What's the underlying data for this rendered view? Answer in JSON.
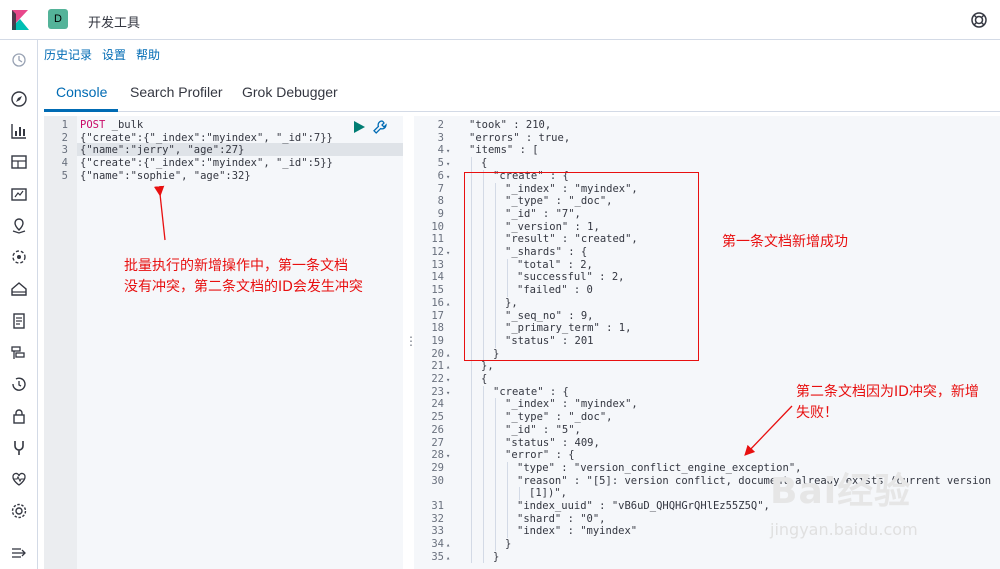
{
  "topbar": {
    "space_letter": "D",
    "breadcrumb": "开发工具"
  },
  "menu": {
    "history": "历史记录",
    "settings": "设置",
    "help": "帮助"
  },
  "tabs": [
    {
      "label": "Console"
    },
    {
      "label": "Search Profiler"
    },
    {
      "label": "Grok Debugger"
    }
  ],
  "editor": {
    "line_numbers": [
      "1",
      "2",
      "3",
      "4",
      "5"
    ],
    "lines": [
      {
        "method": "POST",
        "rest": " _bulk"
      },
      {
        "text": "{\"create\":{\"_index\":\"myindex\", \"_id\":7}}"
      },
      {
        "text": "{\"name\":\"jerry\", \"age\":27}"
      },
      {
        "text": "{\"create\":{\"_index\":\"myindex\", \"_id\":5}}"
      },
      {
        "text": "{\"name\":\"sophie\", \"age\":32}"
      }
    ]
  },
  "output": {
    "lines": [
      {
        "n": "2",
        "fold": "",
        "indent": 1,
        "text": "\"took\" : 210,"
      },
      {
        "n": "3",
        "fold": "",
        "indent": 1,
        "text": "\"errors\" : true,"
      },
      {
        "n": "4",
        "fold": "▾",
        "indent": 1,
        "text": "\"items\" : ["
      },
      {
        "n": "5",
        "fold": "▾",
        "indent": 2,
        "text": "{"
      },
      {
        "n": "6",
        "fold": "▾",
        "indent": 3,
        "text": "\"create\" : {"
      },
      {
        "n": "7",
        "fold": "",
        "indent": 4,
        "text": "\"_index\" : \"myindex\","
      },
      {
        "n": "8",
        "fold": "",
        "indent": 4,
        "text": "\"_type\" : \"_doc\","
      },
      {
        "n": "9",
        "fold": "",
        "indent": 4,
        "text": "\"_id\" : \"7\","
      },
      {
        "n": "10",
        "fold": "",
        "indent": 4,
        "text": "\"_version\" : 1,"
      },
      {
        "n": "11",
        "fold": "",
        "indent": 4,
        "text": "\"result\" : \"created\","
      },
      {
        "n": "12",
        "fold": "▾",
        "indent": 4,
        "text": "\"_shards\" : {"
      },
      {
        "n": "13",
        "fold": "",
        "indent": 5,
        "text": "\"total\" : 2,"
      },
      {
        "n": "14",
        "fold": "",
        "indent": 5,
        "text": "\"successful\" : 2,"
      },
      {
        "n": "15",
        "fold": "",
        "indent": 5,
        "text": "\"failed\" : 0"
      },
      {
        "n": "16",
        "fold": "▴",
        "indent": 4,
        "text": "},"
      },
      {
        "n": "17",
        "fold": "",
        "indent": 4,
        "text": "\"_seq_no\" : 9,"
      },
      {
        "n": "18",
        "fold": "",
        "indent": 4,
        "text": "\"_primary_term\" : 1,"
      },
      {
        "n": "19",
        "fold": "",
        "indent": 4,
        "text": "\"status\" : 201"
      },
      {
        "n": "20",
        "fold": "▴",
        "indent": 3,
        "text": "}"
      },
      {
        "n": "21",
        "fold": "▴",
        "indent": 2,
        "text": "},"
      },
      {
        "n": "22",
        "fold": "▾",
        "indent": 2,
        "text": "{"
      },
      {
        "n": "23",
        "fold": "▾",
        "indent": 3,
        "text": "\"create\" : {"
      },
      {
        "n": "24",
        "fold": "",
        "indent": 4,
        "text": "\"_index\" : \"myindex\","
      },
      {
        "n": "25",
        "fold": "",
        "indent": 4,
        "text": "\"_type\" : \"_doc\","
      },
      {
        "n": "26",
        "fold": "",
        "indent": 4,
        "text": "\"_id\" : \"5\","
      },
      {
        "n": "27",
        "fold": "",
        "indent": 4,
        "text": "\"status\" : 409,"
      },
      {
        "n": "28",
        "fold": "▾",
        "indent": 4,
        "text": "\"error\" : {"
      },
      {
        "n": "29",
        "fold": "",
        "indent": 5,
        "text": "\"type\" : \"version_conflict_engine_exception\","
      },
      {
        "n": "30",
        "fold": "",
        "indent": 5,
        "text": "\"reason\" : \"[5]: version conflict, document already exists (current version"
      },
      {
        "n": "",
        "fold": "",
        "indent": 6,
        "text": "[1])\","
      },
      {
        "n": "31",
        "fold": "",
        "indent": 5,
        "text": "\"index_uuid\" : \"vB6uD_QHQHGrQHlEz55Z5Q\","
      },
      {
        "n": "32",
        "fold": "",
        "indent": 5,
        "text": "\"shard\" : \"0\","
      },
      {
        "n": "33",
        "fold": "",
        "indent": 5,
        "text": "\"index\" : \"myindex\""
      },
      {
        "n": "34",
        "fold": "▴",
        "indent": 4,
        "text": "}"
      },
      {
        "n": "35",
        "fold": "▴",
        "indent": 3,
        "text": "}"
      }
    ]
  },
  "annotations": {
    "left_note_line1": "批量执行的新增操作中，第一条文档",
    "left_note_line2": "没有冲突，第二条文档的ID会发生冲突",
    "success_note": "第一条文档新增成功",
    "fail_note_line1": "第二条文档因为ID冲突，新增",
    "fail_note_line2": "失败！",
    "color": "#e81010"
  },
  "watermark": {
    "logo": "Bai经验",
    "url": "jingyan.baidu.com"
  },
  "colors": {
    "accent": "#006bb4",
    "kibana_pink": "#e8488b",
    "play_green": "#017d73"
  }
}
